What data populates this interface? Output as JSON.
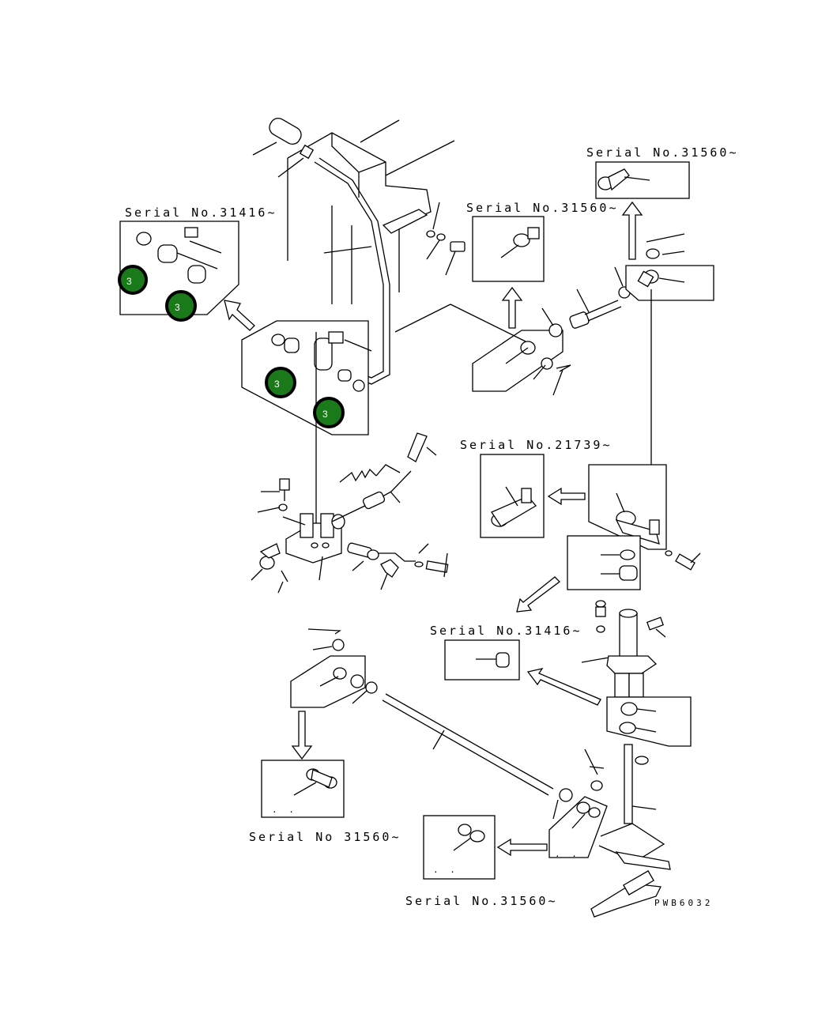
{
  "serial_labels": {
    "s1": "Serial No.31416~",
    "s2": "Serial No.31560~",
    "s3": "Serial No.31560~",
    "s4": "Serial No.21739~",
    "s5": "Serial No.31416~",
    "s6": "Serial No 31560~",
    "s7": "Serial No.31560~"
  },
  "callouts": {
    "b1": "3",
    "b2": "3",
    "b3": "3",
    "b4": "3"
  },
  "reference_code": "PWB6032",
  "box_marks": {
    "m1": ". .",
    "m2": ". .",
    "m3": ". ."
  },
  "colors": {
    "badge_fill": "#1a7a1a",
    "badge_ring": "#000000",
    "line": "#000000",
    "background": "#ffffff"
  }
}
